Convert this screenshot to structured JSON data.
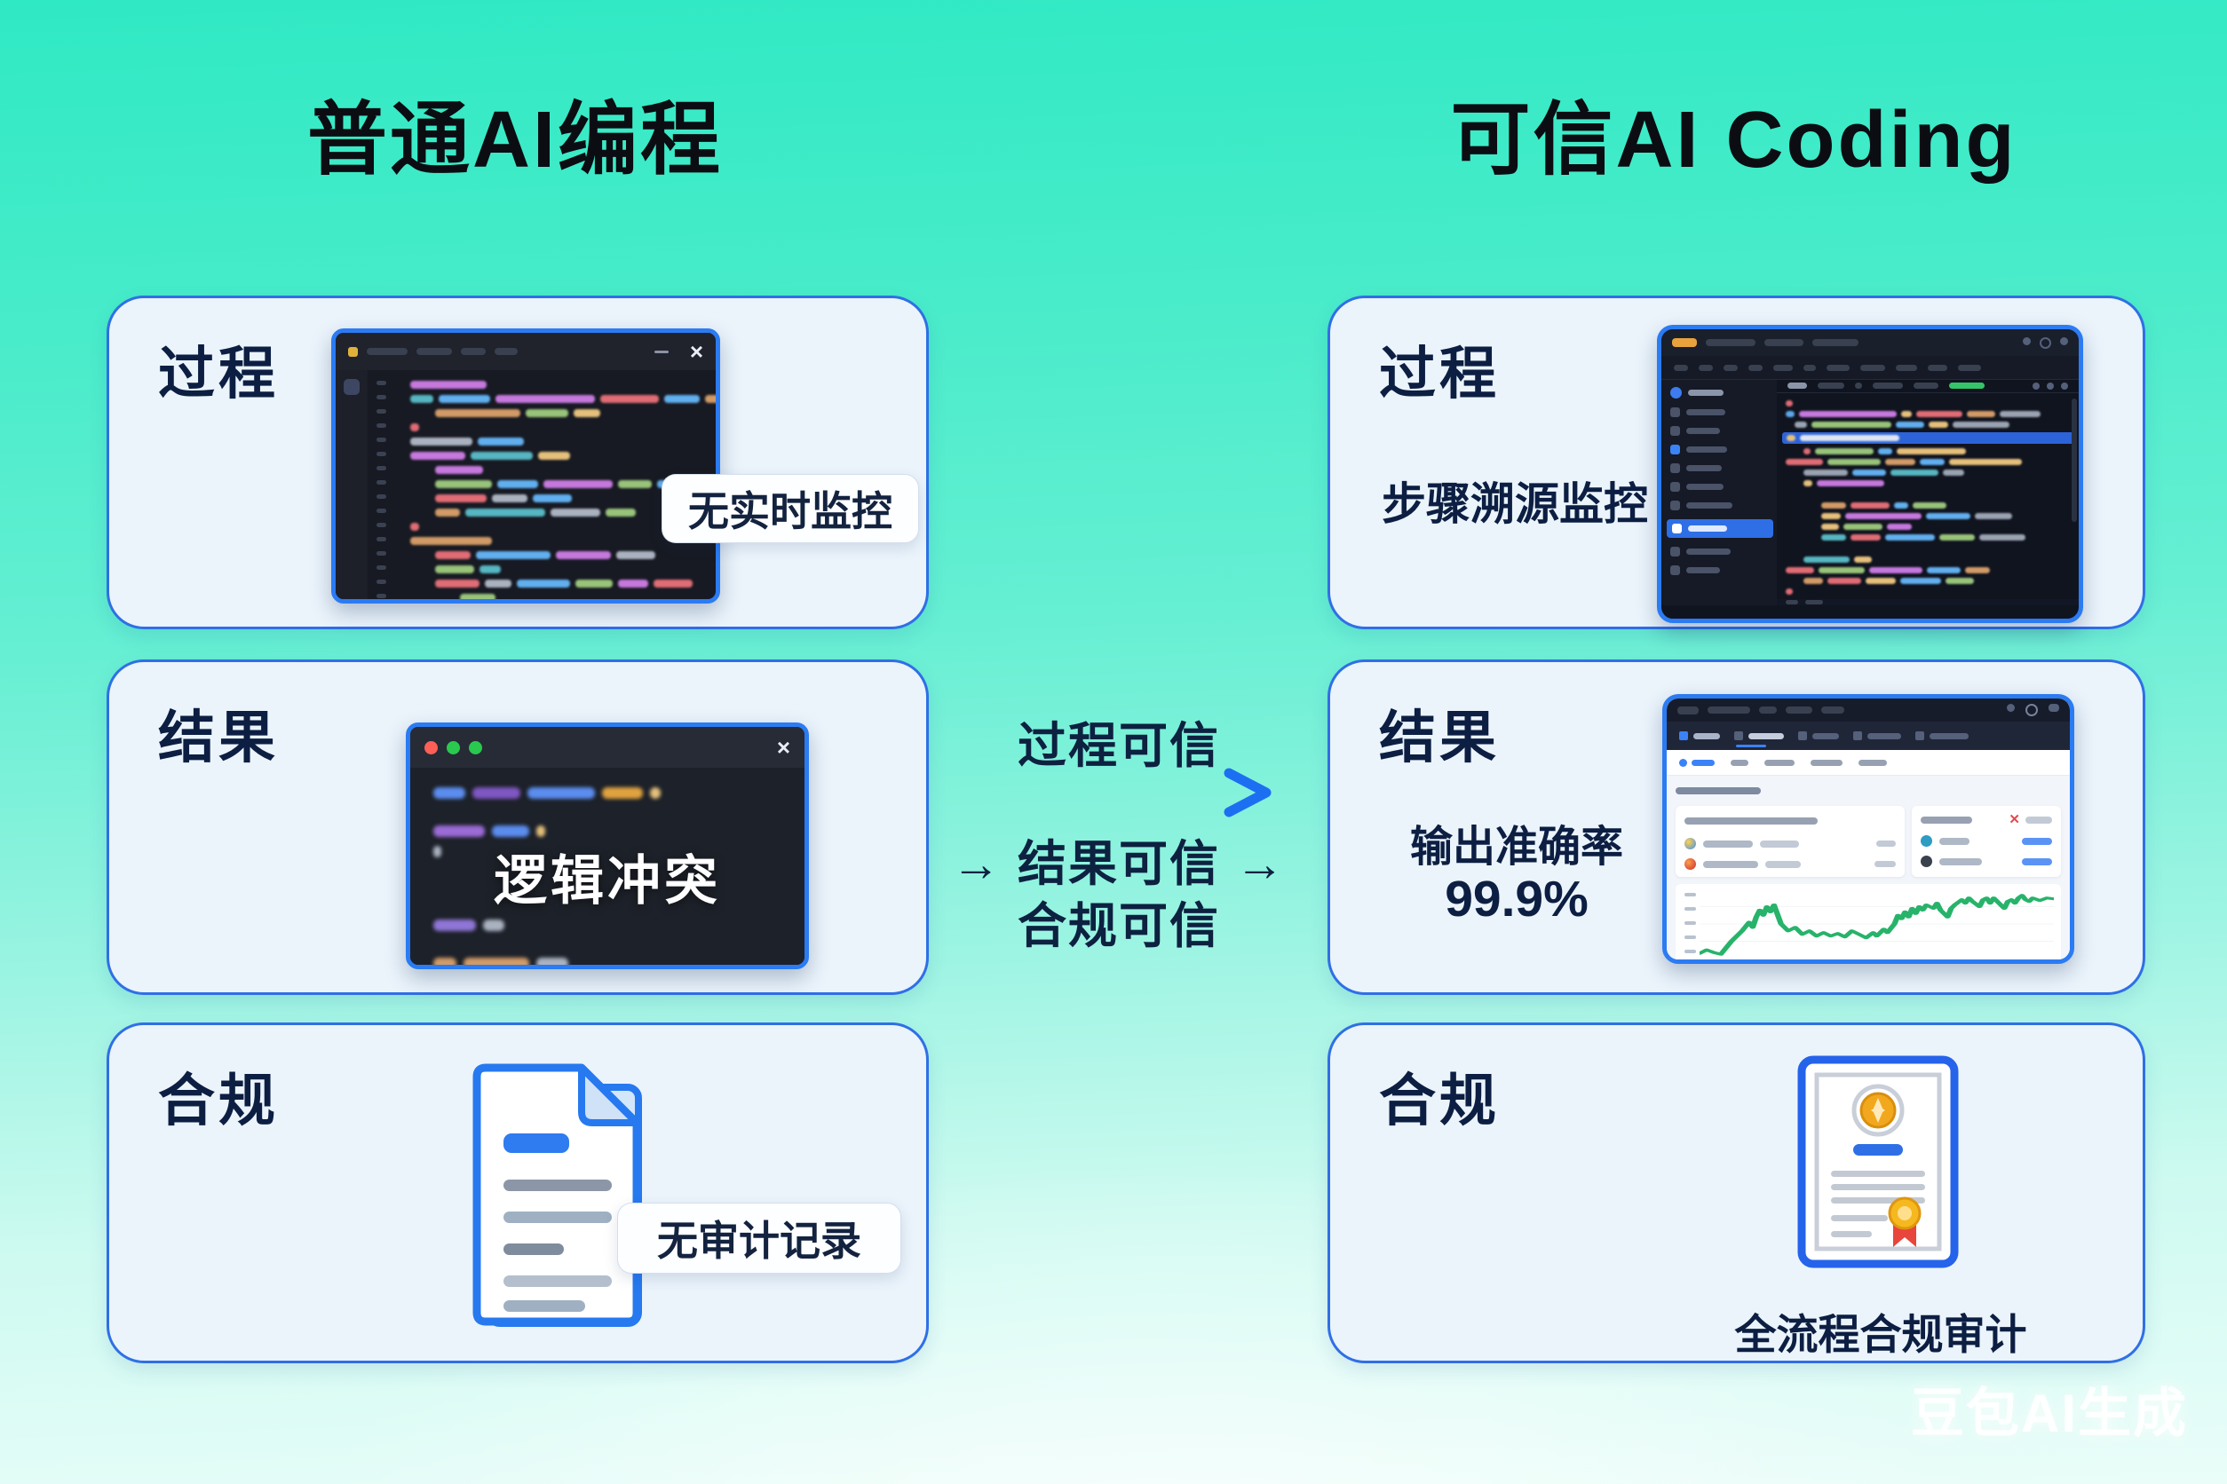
{
  "left": {
    "title": "普通AI编程",
    "process": {
      "label": "过程",
      "badge": "无实时监控"
    },
    "result": {
      "label": "结果",
      "window_text": "逻辑冲突"
    },
    "compliance": {
      "label": "合规",
      "badge": "无审计记录"
    }
  },
  "right": {
    "title": "可信AI Coding",
    "process": {
      "label": "过程",
      "subtitle": "步骤溯源监控"
    },
    "result": {
      "label": "结果",
      "metric_label": "输出准确率",
      "metric_value": "99.9%"
    },
    "compliance": {
      "label": "合规",
      "caption": "全流程合规审计"
    }
  },
  "middle": {
    "line_top": "过程可信",
    "line_mid": "→ 结果可信 →",
    "line_bottom": "合规可信"
  },
  "watermark": "豆包AI生成",
  "colors": {
    "background_top": "#2FE9C4",
    "background_bottom": "#EAFDF9",
    "card_bg": "#EBF4FB",
    "card_border": "#2F6FE6",
    "accent_blue": "#2B7BF3",
    "text_dark": "#0C1E42",
    "title_black": "#0B0D12",
    "chart_green": "#27B36A",
    "window_dark": "#171A22",
    "traffic_red": "#FF5F57",
    "traffic_green": "#2BC84F",
    "medal_gold": "#F2A81D",
    "ribbon_red": "#E8453C",
    "doc_blue_bar": "#2F7BF0"
  },
  "chart_data": {
    "type": "line",
    "title": "",
    "legend": [],
    "series": [
      {
        "name": "dashboard-trend",
        "color": "#27B36A",
        "points_normalized_x0_100_y0_40": [
          [
            0,
            37
          ],
          [
            2,
            35
          ],
          [
            4,
            36.5
          ],
          [
            6,
            37.5
          ],
          [
            9,
            30
          ],
          [
            12,
            24
          ],
          [
            14,
            19
          ],
          [
            15,
            22
          ],
          [
            16,
            16
          ],
          [
            17,
            12
          ],
          [
            18,
            15
          ],
          [
            19,
            10
          ],
          [
            20,
            13
          ],
          [
            21,
            9
          ],
          [
            23,
            20
          ],
          [
            25,
            24
          ],
          [
            27,
            22
          ],
          [
            29,
            26
          ],
          [
            31,
            24
          ],
          [
            33,
            27
          ],
          [
            35,
            25
          ],
          [
            37,
            27
          ],
          [
            39,
            25.5
          ],
          [
            41,
            27.5
          ],
          [
            43,
            24
          ],
          [
            45,
            26
          ],
          [
            47,
            28
          ],
          [
            49,
            25
          ],
          [
            50,
            27
          ],
          [
            52,
            23
          ],
          [
            53,
            25
          ],
          [
            55,
            20
          ],
          [
            56,
            15
          ],
          [
            57,
            17
          ],
          [
            58,
            13
          ],
          [
            59,
            16
          ],
          [
            60,
            11
          ],
          [
            61,
            14
          ],
          [
            62,
            10
          ],
          [
            63,
            12
          ],
          [
            64,
            9
          ],
          [
            66,
            11
          ],
          [
            67,
            8
          ],
          [
            68,
            12
          ],
          [
            69,
            14
          ],
          [
            70,
            16
          ],
          [
            71,
            11
          ],
          [
            72,
            9
          ],
          [
            74,
            6
          ],
          [
            75,
            8
          ],
          [
            76,
            5
          ],
          [
            77,
            7
          ],
          [
            79,
            10
          ],
          [
            80,
            6
          ],
          [
            81,
            5
          ],
          [
            82,
            8
          ],
          [
            83,
            5
          ],
          [
            85,
            9
          ],
          [
            86,
            11
          ],
          [
            87,
            7
          ],
          [
            88,
            6
          ],
          [
            89,
            8
          ],
          [
            90,
            5
          ],
          [
            91,
            3.5
          ],
          [
            92,
            6
          ],
          [
            93,
            7
          ],
          [
            94,
            5
          ],
          [
            96,
            6.5
          ],
          [
            98,
            5
          ],
          [
            100,
            5.5
          ]
        ]
      }
    ]
  }
}
